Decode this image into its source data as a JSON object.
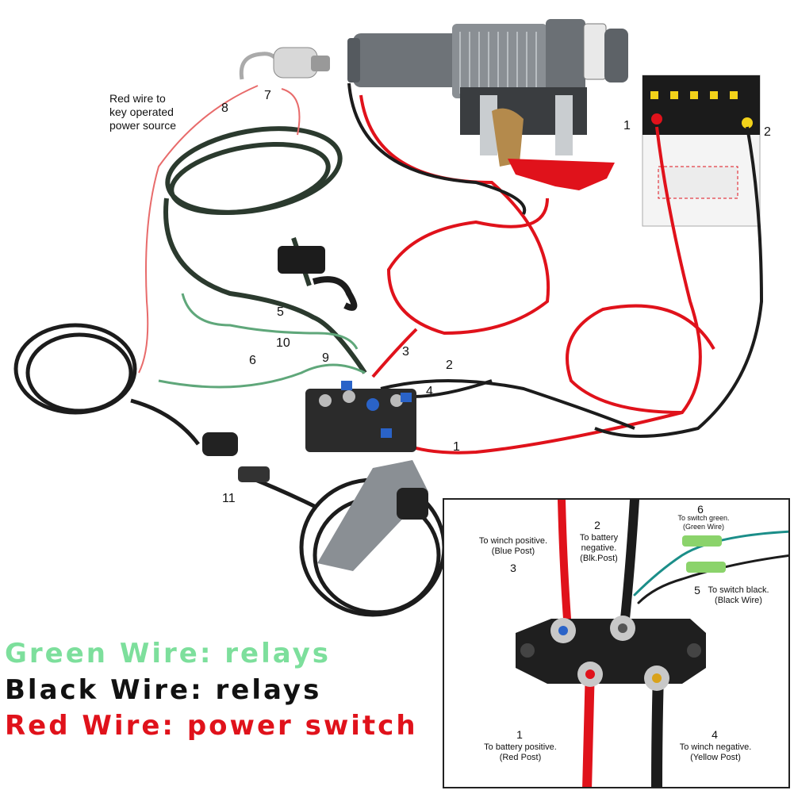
{
  "labels": {
    "n1_batt": "1",
    "n2_batt": "2",
    "n1": "1",
    "n2": "2",
    "n3": "3",
    "n4": "4",
    "n5": "5",
    "n6": "6",
    "n7": "7",
    "n8": "8",
    "n9": "9",
    "n10": "10",
    "n11": "11",
    "red_wire_note": [
      "Red wire to",
      "key operated",
      "power source"
    ]
  },
  "inset": {
    "items": [
      {
        "num": "1",
        "lines": [
          "To battery positive.",
          "(Red Post)"
        ]
      },
      {
        "num": "2",
        "lines": [
          "To battery",
          "negative.",
          "(Blk.Post)"
        ]
      },
      {
        "num": "3",
        "lines": [
          "To winch positive.",
          "(Blue Post)"
        ]
      },
      {
        "num": "4",
        "lines": [
          "To winch negative.",
          "(Yellow Post)"
        ]
      },
      {
        "num": "5",
        "lines": [
          "To switch black.",
          "(Black Wire)"
        ]
      },
      {
        "num": "6",
        "lines": [
          "To switch green.",
          "(Green Wire)"
        ]
      }
    ]
  },
  "legend": [
    {
      "text": "Green Wire: relays",
      "color": "#7ddf9c"
    },
    {
      "text": "Black Wire: relays",
      "color": "#111111"
    },
    {
      "text": "Red Wire: power switch",
      "color": "#e0121b"
    }
  ]
}
